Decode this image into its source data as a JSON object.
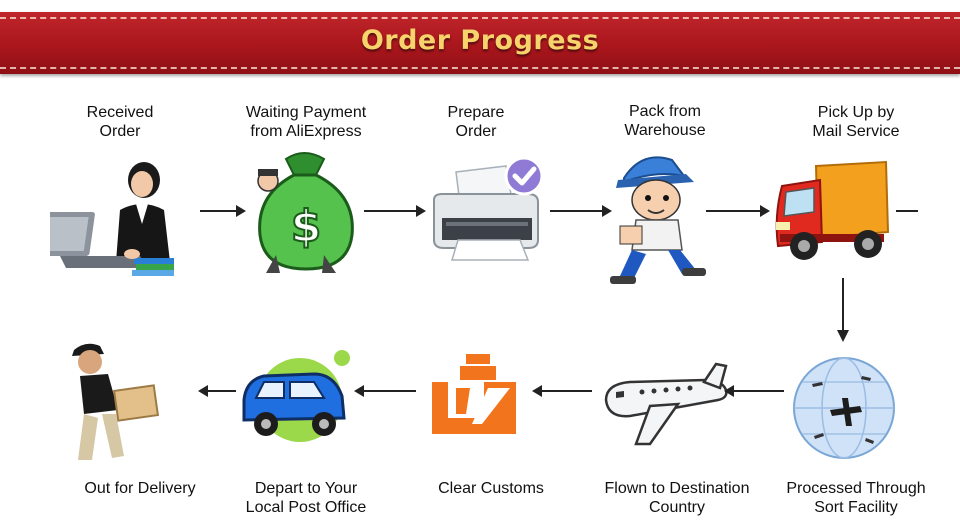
{
  "banner": {
    "title": "Order Progress"
  },
  "steps": [
    {
      "id": "received",
      "line1": "Received",
      "line2": "Order",
      "icon": "laptop-woman-icon"
    },
    {
      "id": "waiting-payment",
      "line1": "Waiting Payment",
      "line2": "from AliExpress",
      "icon": "money-bag-icon"
    },
    {
      "id": "prepare",
      "line1": "Prepare",
      "line2": "Order",
      "icon": "printer-icon"
    },
    {
      "id": "pack",
      "line1": "Pack from",
      "line2": "Warehouse",
      "icon": "worker-icon"
    },
    {
      "id": "pickup",
      "line1": "Pick Up by",
      "line2": "Mail Service",
      "icon": "truck-icon"
    },
    {
      "id": "processed",
      "line1": "Processed Through",
      "line2": "Sort Facility",
      "icon": "globe-icon"
    },
    {
      "id": "flown",
      "line1": "Flown to Destination",
      "line2": "Country",
      "icon": "airplane-icon"
    },
    {
      "id": "customs",
      "line1": "Clear Customs",
      "line2": "",
      "icon": "customs-icon"
    },
    {
      "id": "depart",
      "line1": "Depart to Your",
      "line2": "Local Post Office",
      "icon": "car-icon"
    },
    {
      "id": "delivery",
      "line1": "Out for Delivery",
      "line2": "",
      "icon": "courier-icon"
    }
  ],
  "colors": {
    "banner": "#a9161c",
    "banner_text": "#f7d36b",
    "arrow": "#222222",
    "customs_orange": "#f2751e",
    "truck_red": "#e02a20",
    "car_blue": "#1f6fe0",
    "money_green": "#3fae3a"
  }
}
